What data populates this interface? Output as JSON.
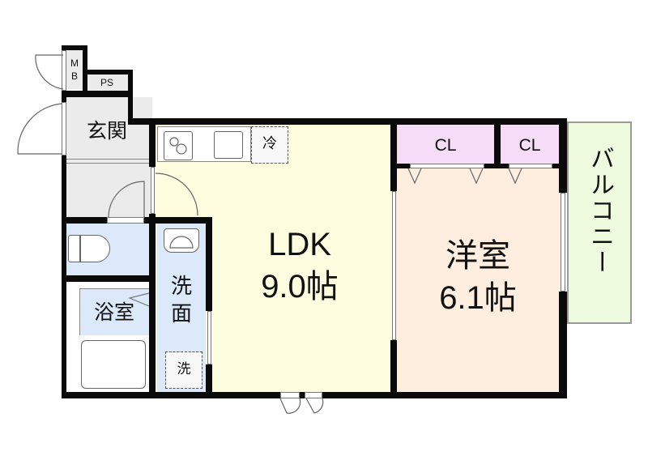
{
  "floorplan": {
    "rooms": {
      "mb": {
        "label_top": "M",
        "label_bottom": "B"
      },
      "ps": {
        "label": "PS"
      },
      "entrance": {
        "label": "玄関"
      },
      "ldk": {
        "name": "LDK",
        "size": "9.0帖"
      },
      "western_room": {
        "name": "洋室",
        "size": "6.1帖"
      },
      "closet_1": {
        "label": "CL"
      },
      "closet_2": {
        "label": "CL"
      },
      "balcony": {
        "label": "バルコニー"
      },
      "washroom": {
        "label_top": "洗",
        "label_bottom": "面"
      },
      "bathroom": {
        "label": "浴室"
      },
      "washer": {
        "label": "洗"
      },
      "fridge": {
        "label": "冷"
      }
    },
    "colors": {
      "wall": "#0a0a0a",
      "entrance": "#ebebeb",
      "ldk": "#fefde0",
      "western_room": "#fdeee0",
      "closet": "#f7dcf7",
      "balcony": "#eefbdf",
      "wet_area": "#dce9fa"
    }
  }
}
